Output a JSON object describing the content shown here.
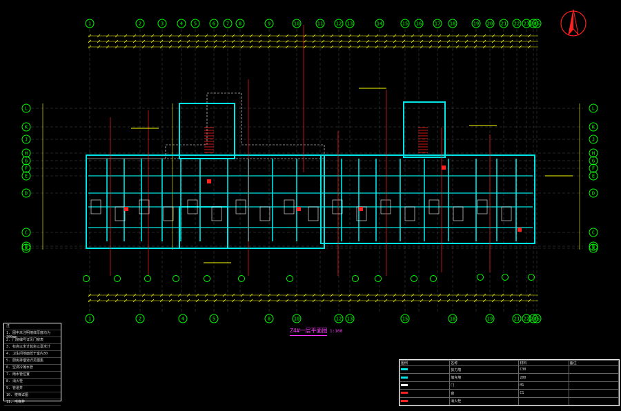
{
  "drawing": {
    "title": "Z4#一层平面图",
    "scale": "1:100",
    "colors": {
      "background": "#000000",
      "wall": "#00e5e5",
      "axis_line": "#ffffff",
      "axis_bubble": "#00ff00",
      "dimension": "#ffff00",
      "leader": "#ff2020",
      "accent": "#ff33ff"
    }
  },
  "top_axes": [
    "1",
    "2",
    "3",
    "4",
    "5",
    "6",
    "7",
    "8",
    "9",
    "10",
    "11",
    "12",
    "13",
    "14",
    "15",
    "16",
    "17",
    "18",
    "19",
    "20",
    "21",
    "22",
    "23",
    "24",
    "25"
  ],
  "bottom_axes": [
    "1",
    "2",
    "4",
    "5",
    "8",
    "10",
    "12",
    "13",
    "15",
    "18",
    "19",
    "21",
    "22",
    "24",
    "25"
  ],
  "left_axes": [
    "L",
    "K",
    "J",
    "H",
    "G",
    "F",
    "E",
    "D",
    "C",
    "B",
    "A"
  ],
  "right_axes": [
    "L",
    "K",
    "J",
    "H",
    "G",
    "F",
    "E",
    "D",
    "C",
    "B",
    "A"
  ],
  "notes_panel": {
    "heading": "注",
    "lines": [
      "1. 图中未注明墙体厚度均为200mm",
      "2. 门窗编号详见门窗表",
      "3. 标高以米计其余以毫米计",
      "4. 卫生间地面低于室内30",
      "5. 厨房排烟道详见图集",
      "6. 空调冷凝水管",
      "7. 雨水管位置",
      "8. 消火栓",
      "9. 管道井",
      "10. 楼梯详图",
      "11. 电梯井"
    ]
  },
  "legend_table": {
    "header": [
      "图例",
      "名称",
      "材料",
      "备注"
    ],
    "rows": [
      [
        "",
        "剪力墙",
        "C30",
        ""
      ],
      [
        "",
        "填充墙",
        "200",
        ""
      ],
      [
        "",
        "门",
        "M1",
        ""
      ],
      [
        "",
        "窗",
        "C1",
        ""
      ],
      [
        "",
        "消火栓",
        "",
        ""
      ]
    ],
    "swatches": [
      "#00e5e5",
      "#00e5e5",
      "#ffffff",
      "#ff2020",
      "#ff2020"
    ]
  }
}
